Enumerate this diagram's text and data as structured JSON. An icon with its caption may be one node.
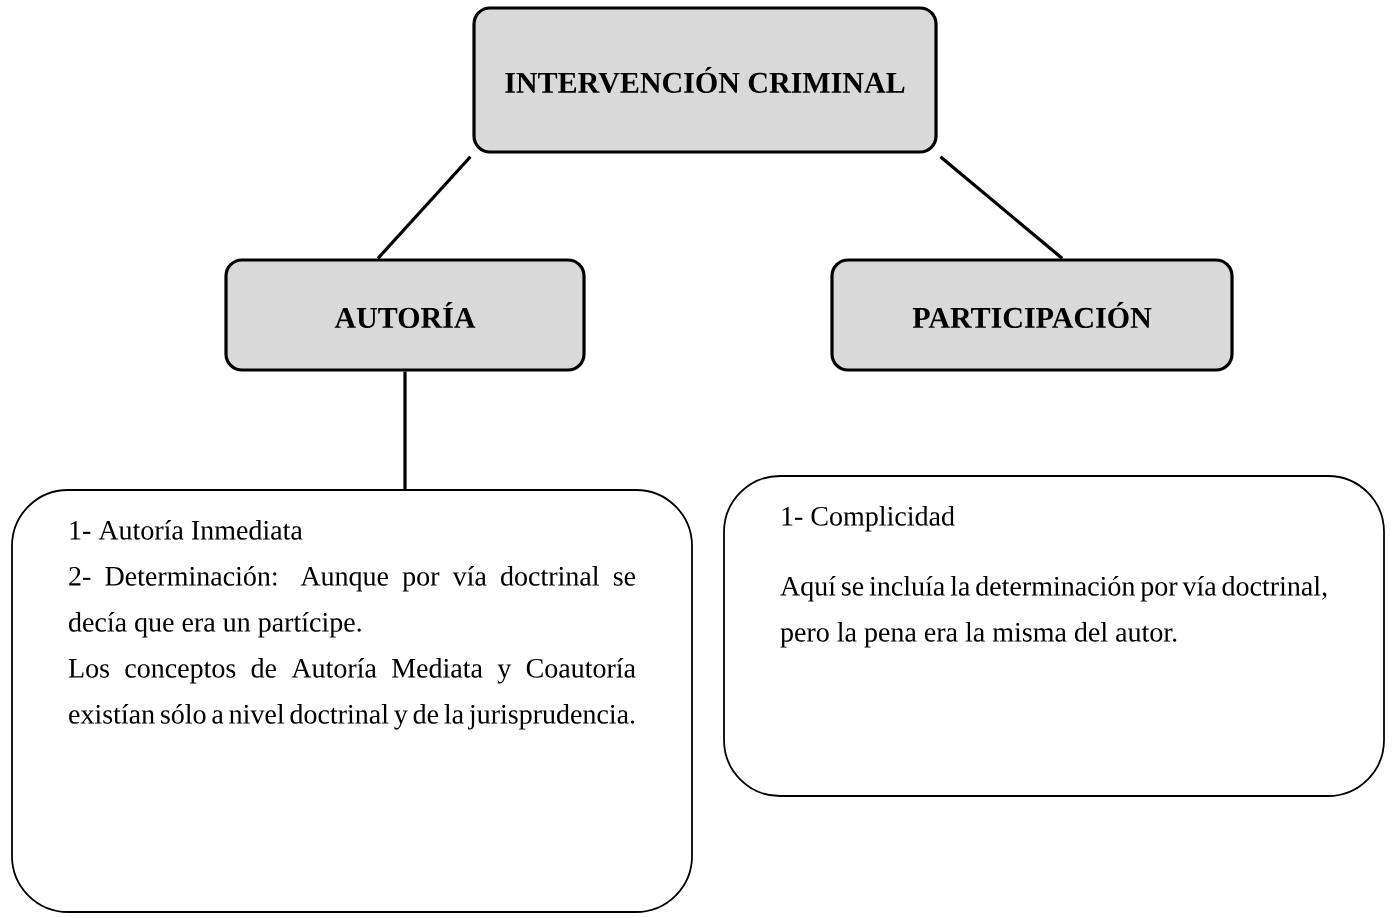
{
  "diagram": {
    "nodes": [
      {
        "text": [
          "INTERVENCIÓN CRIMINAL"
        ]
      },
      {
        "text": [
          "AUTORÍA"
        ]
      },
      {
        "text": [
          "PARTICIPACIÓN"
        ]
      },
      {
        "text": [
          "1- Autoría Inmediata",
          "2- Determinación: Aunque por vía doctrinal se decía que era un partícipe.",
          "Los conceptos de Autoría Mediata y Coautoría existían sólo a nivel doctrinal y de la jurisprudencia."
        ]
      },
      {
        "text": [
          "1- Complicidad",
          "Aquí se incluía la determinación por vía doctrinal, pero la pena era la misma del autor."
        ]
      }
    ],
    "edges": [
      {
        "from": 0,
        "to": 1,
        "arrow": "none"
      },
      {
        "from": 0,
        "to": 2,
        "arrow": "none"
      },
      {
        "from": 1,
        "to": 3,
        "arrow": "none"
      }
    ]
  }
}
